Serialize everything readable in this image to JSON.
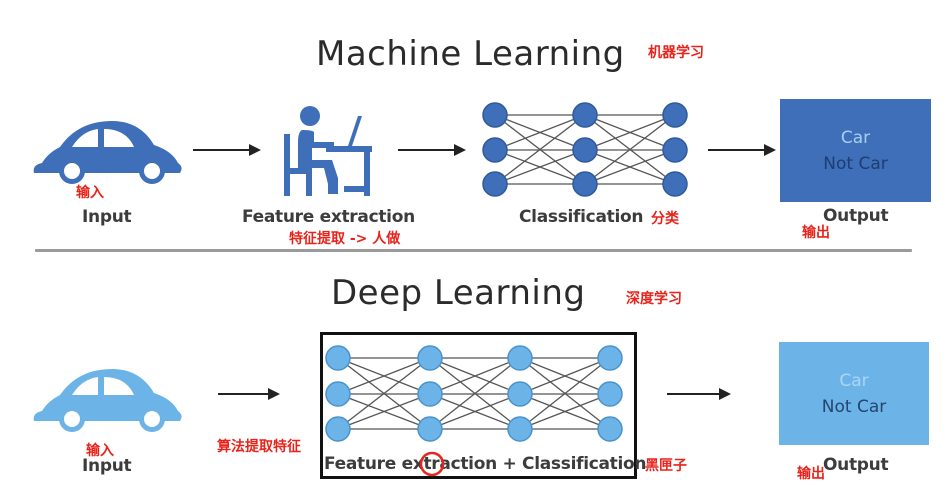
{
  "colors": {
    "ml_blue": "#3e6fb8",
    "dl_blue": "#6cb4e8",
    "annotation_red": "#e8231b"
  },
  "machine_learning": {
    "title": "Machine Learning",
    "title_note": "机器学习",
    "input_label": "Input",
    "input_note": "输入",
    "feature_label": "Feature extraction",
    "feature_note": "特征提取 -> 人做",
    "classification_label": "Classification",
    "classification_note": "分类",
    "output_box": {
      "line1": "Car",
      "line2": "Not Car"
    },
    "output_label": "Output",
    "output_note": "输出",
    "icons": [
      "car-icon",
      "person-at-desk-icon",
      "neural-network-icon",
      "arrow-right-icon"
    ]
  },
  "deep_learning": {
    "title": "Deep Learning",
    "title_note": "深度学习",
    "input_label": "Input",
    "input_note": "输入",
    "arrow_note": "算法提取特征",
    "network_label": "Feature extraction + Classification",
    "blackbox_note": "黑匣子",
    "output_box": {
      "line1": "Car",
      "line2": "Not Car"
    },
    "output_label": "Output",
    "output_note": "输出",
    "icons": [
      "car-icon",
      "neural-network-icon",
      "arrow-right-icon",
      "highlight-circle-icon"
    ]
  }
}
